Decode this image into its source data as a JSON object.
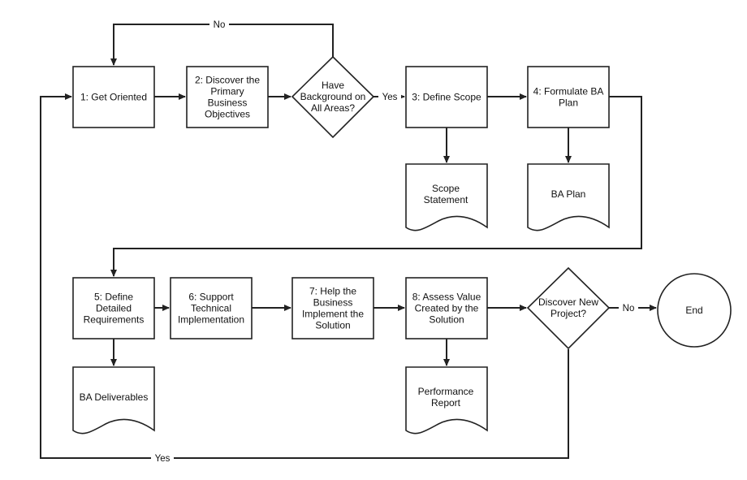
{
  "diagram": {
    "nodes": {
      "get_oriented": [
        "1: Get Oriented"
      ],
      "discover_objectives": [
        "2: Discover the",
        "Primary",
        "Business",
        "Objectives"
      ],
      "have_background": [
        "Have",
        "Background on",
        "All Areas?"
      ],
      "define_scope": [
        "3: Define Scope"
      ],
      "formulate_plan": [
        "4: Formulate BA",
        "Plan"
      ],
      "scope_statement": [
        "Scope",
        "Statement"
      ],
      "ba_plan": [
        "BA Plan"
      ],
      "define_requirements": [
        "5: Define",
        "Detailed",
        "Requirements"
      ],
      "support_implementation": [
        "6: Support",
        "Technical",
        "Implementation"
      ],
      "help_business": [
        "7: Help the",
        "Business",
        "Implement the",
        "Solution"
      ],
      "assess_value": [
        "8: Assess Value",
        "Created by the",
        "Solution"
      ],
      "discover_new_project": [
        "Discover New",
        "Project?"
      ],
      "end": [
        "End"
      ],
      "ba_deliverables": [
        "BA Deliverables"
      ],
      "performance_report": [
        "Performance",
        "Report"
      ]
    },
    "edge_labels": {
      "no_top": "No",
      "yes_scope": "Yes",
      "no_end": "No",
      "yes_bottom": "Yes"
    }
  }
}
